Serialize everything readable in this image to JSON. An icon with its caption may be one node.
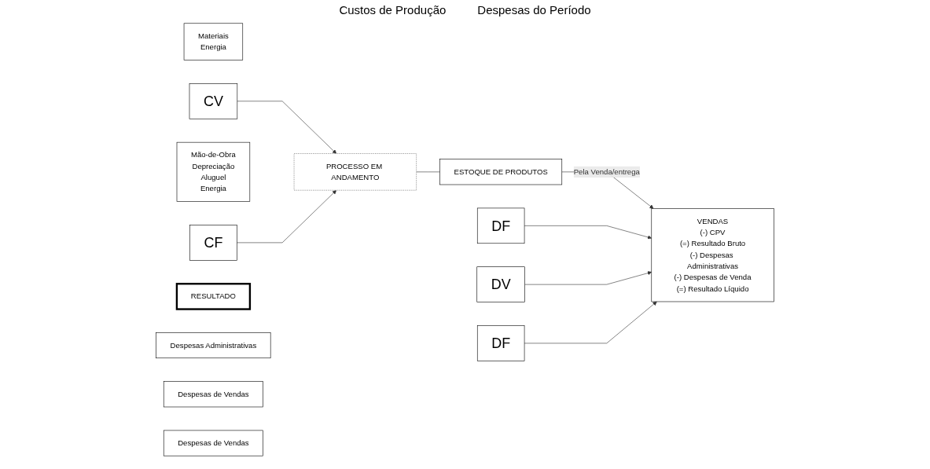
{
  "diagram": {
    "nodes": [
      {
        "text": [
          "Materiais",
          "Energia"
        ]
      },
      {
        "text": [
          "CV"
        ]
      },
      {
        "text": [
          "Mão-de-Obra",
          "Depreciação",
          "Aluguel",
          "Energia"
        ]
      },
      {
        "text": [
          "CF"
        ]
      },
      {
        "text": [
          "PROCESSO EM ANDAMENTO"
        ]
      },
      {
        "text": [
          "ESTOQUE DE PRODUTOS"
        ]
      },
      {
        "text": [
          "RESULTADO"
        ]
      },
      {
        "text": [
          "VENDAS",
          "(-) CPV",
          "(=) Resultado Bruto",
          "(-) Despesas Administrativas",
          "(-) Despesas de Venda",
          "(=) Resultado Líquido"
        ]
      },
      {
        "text": [
          "Despesas Administrativas"
        ]
      },
      {
        "text": [
          "DF"
        ]
      },
      {
        "text": [
          "Despesas de Vendas"
        ]
      },
      {
        "text": [
          "DV"
        ]
      },
      {
        "text": [
          "Despesas de Vendas"
        ]
      },
      {
        "text": [
          "DF"
        ]
      }
    ],
    "edges": [
      {
        "from": 1,
        "to": 4,
        "arrow": "to"
      },
      {
        "from": 3,
        "to": 4,
        "arrow": "to"
      },
      {
        "from": 4,
        "to": 5,
        "arrow": "none"
      },
      {
        "from": 5,
        "to": 7,
        "arrow": "to",
        "label": "Pela Venda/entrega"
      },
      {
        "from": 9,
        "to": 7,
        "arrow": "to"
      },
      {
        "from": 11,
        "to": 7,
        "arrow": "to"
      },
      {
        "from": 13,
        "to": 7,
        "arrow": "to"
      }
    ],
    "labels": [
      "Custos de Produção",
      "Despesas do Período"
    ]
  }
}
